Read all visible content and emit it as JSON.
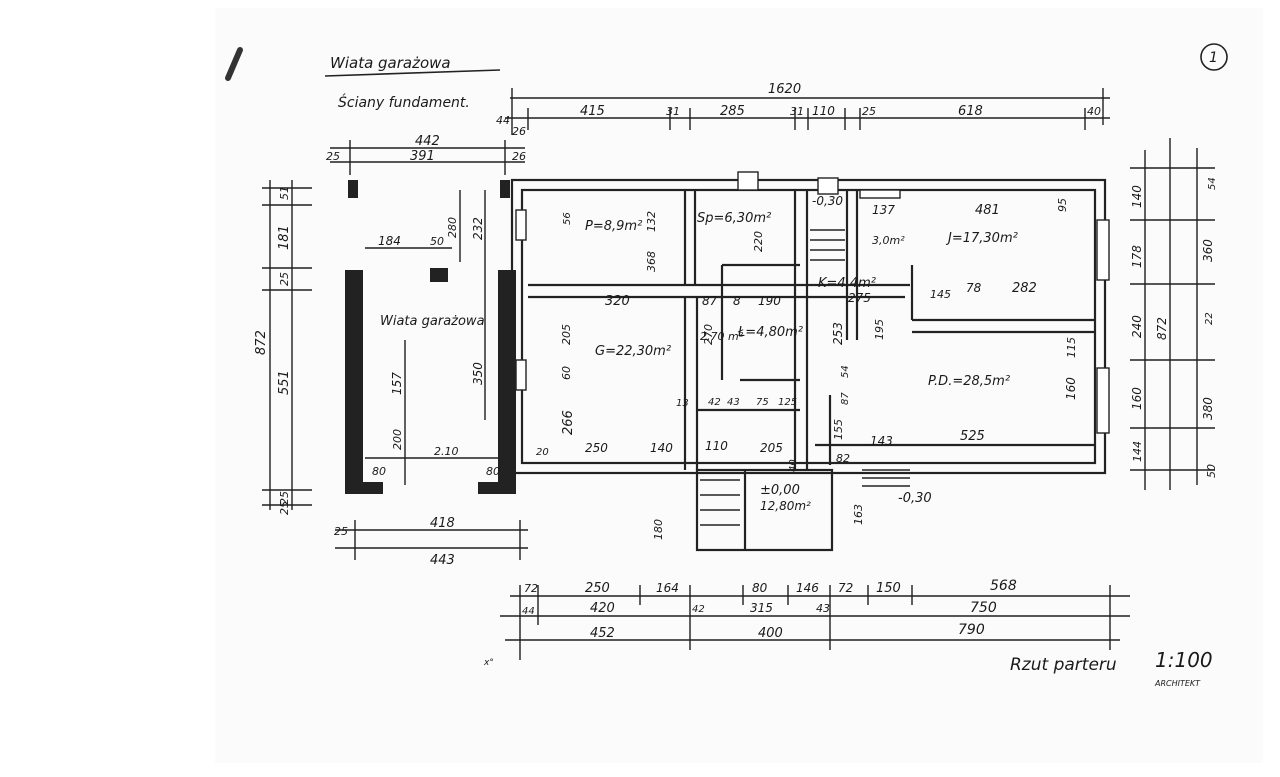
{
  "drawing": {
    "title": "Wiata garażowa",
    "subtitle": "Ściany fundament.",
    "page_marker": "1",
    "caption": "Rzut parteru",
    "scale": "1:100",
    "stamp_fragment": "ARCHITEKT"
  },
  "rooms": {
    "carport": "Wiata garażowa",
    "p": "P=8,9m²",
    "sp": "Sp=6,30m²",
    "j": "J=17,30m²",
    "j_small": "3,0m²",
    "k": "K=4,4m²",
    "g": "G=22,30m²",
    "l": "Ł=4,80m²",
    "pd": "P.D.=28,5m²",
    "hall": "12,80m²",
    "hall_small": "2,70 m²",
    "level_zero": "±0,00",
    "level_minus_1": "-0,30",
    "level_minus_2": "-0,30"
  },
  "dims": {
    "top_total": "1620",
    "top_row": [
      "44",
      "415",
      "31",
      "285",
      "31",
      "110",
      "25",
      "618",
      "40"
    ],
    "carport_top_total": "442",
    "carport_top_row": [
      "25",
      "391",
      "26"
    ],
    "left_outer": "872",
    "left_inner": [
      "51",
      "181",
      "25",
      "551",
      "25"
    ],
    "carport_inner_v": [
      "280",
      "232",
      "350",
      "157",
      "200"
    ],
    "carport_inner_h": [
      "184",
      "50"
    ],
    "carport_base": [
      "80",
      "80"
    ],
    "carport_bottom": [
      "25",
      "418",
      "443"
    ],
    "carport_mid": "2.10",
    "interior": [
      "320",
      "87",
      "8",
      "190",
      "275",
      "145",
      "78",
      "282",
      "137",
      "481",
      "95",
      "56",
      "132",
      "368",
      "220",
      "205",
      "60",
      "266",
      "250",
      "140",
      "270",
      "110",
      "205",
      "143",
      "525",
      "253",
      "155",
      "160",
      "115",
      "195",
      "42",
      "43",
      "75",
      "125",
      "13",
      "20",
      "82",
      "40",
      "54",
      "87"
    ],
    "right_col1": [
      "54",
      "140",
      "178",
      "240",
      "160",
      "144",
      "50"
    ],
    "right_col2": [
      "360",
      "872",
      "380"
    ],
    "right_col_mid": "22",
    "stair_lower": "180",
    "stair_right": "163",
    "bottom_row1": [
      "72",
      "250",
      "164",
      "80",
      "146",
      "72",
      "150",
      "568"
    ],
    "bottom_row2": [
      "44",
      "420",
      "42",
      "315",
      "43",
      "750"
    ],
    "bottom_row3": [
      "452",
      "400",
      "790"
    ],
    "side_marks": [
      "25",
      "26"
    ],
    "left_mark": "x°"
  }
}
